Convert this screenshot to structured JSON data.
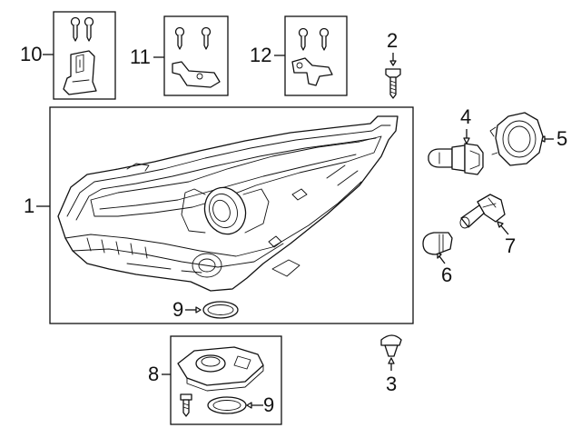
{
  "callouts": {
    "c1": "1",
    "c2": "2",
    "c3": "3",
    "c4": "4",
    "c5": "5",
    "c6": "6",
    "c7": "7",
    "c8": "8",
    "c9a": "9",
    "c9b": "9",
    "c10": "10",
    "c11": "11",
    "c12": "12"
  },
  "parts": [
    {
      "ref": "1",
      "name": "headlamp-assembly"
    },
    {
      "ref": "2",
      "name": "bolt"
    },
    {
      "ref": "3",
      "name": "clip"
    },
    {
      "ref": "4",
      "name": "bulb"
    },
    {
      "ref": "5",
      "name": "cap"
    },
    {
      "ref": "6",
      "name": "bulb"
    },
    {
      "ref": "7",
      "name": "bulb-socket"
    },
    {
      "ref": "8",
      "name": "ballast-kit"
    },
    {
      "ref": "9",
      "name": "seal-ring"
    },
    {
      "ref": "10",
      "name": "repair-kit"
    },
    {
      "ref": "11",
      "name": "repair-kit"
    },
    {
      "ref": "12",
      "name": "repair-kit"
    }
  ]
}
